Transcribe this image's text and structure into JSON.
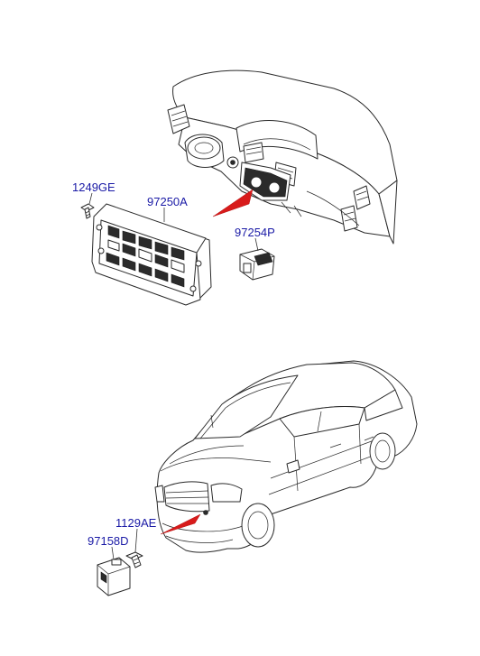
{
  "labels": {
    "screw_top": "1249GE",
    "control_unit": "97250A",
    "sensor_top": "97254P",
    "bolt_bottom": "1129AE",
    "sensor_bottom": "97158D"
  },
  "colors": {
    "label_blue": "#1a1aa6",
    "pointer_red": "#d81b1b",
    "line": "#2a2a2a"
  }
}
